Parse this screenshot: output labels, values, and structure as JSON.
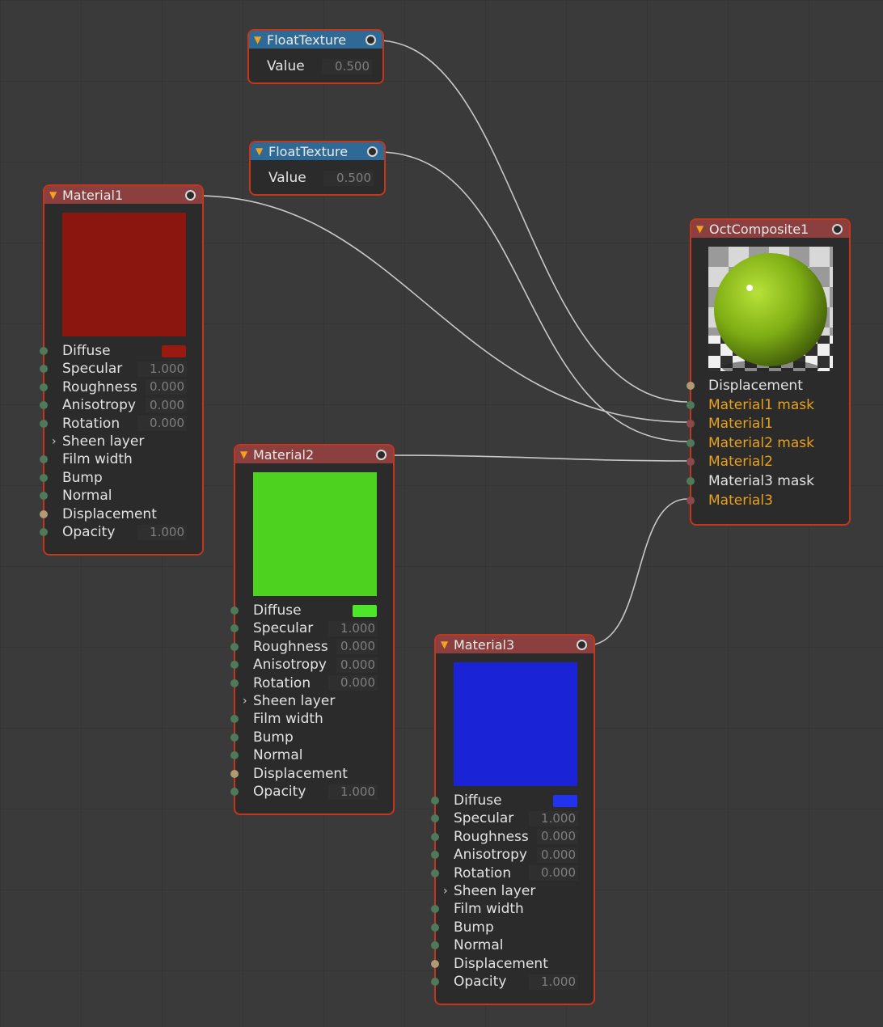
{
  "float1": {
    "title": "FloatTexture",
    "label": "Value",
    "value": "0.500"
  },
  "float2": {
    "title": "FloatTexture",
    "label": "Value",
    "value": "0.500"
  },
  "mat1": {
    "title": "Material1",
    "color": "#8b1610",
    "rows": [
      {
        "label": "Diffuse"
      },
      {
        "label": "Specular",
        "value": "1.000"
      },
      {
        "label": "Roughness",
        "value": "0.000"
      },
      {
        "label": "Anisotropy",
        "value": "0.000"
      },
      {
        "label": "Rotation",
        "value": "0.000"
      },
      {
        "label": "Sheen layer"
      },
      {
        "label": "Film width"
      },
      {
        "label": "Bump"
      },
      {
        "label": "Normal"
      },
      {
        "label": "Displacement"
      },
      {
        "label": "Opacity",
        "value": "1.000"
      }
    ]
  },
  "mat2": {
    "title": "Material2",
    "color": "#4cd21f",
    "rows": [
      {
        "label": "Diffuse"
      },
      {
        "label": "Specular",
        "value": "1.000"
      },
      {
        "label": "Roughness",
        "value": "0.000"
      },
      {
        "label": "Anisotropy",
        "value": "0.000"
      },
      {
        "label": "Rotation",
        "value": "0.000"
      },
      {
        "label": "Sheen layer"
      },
      {
        "label": "Film width"
      },
      {
        "label": "Bump"
      },
      {
        "label": "Normal"
      },
      {
        "label": "Displacement"
      },
      {
        "label": "Opacity",
        "value": "1.000"
      }
    ]
  },
  "mat3": {
    "title": "Material3",
    "color": "#1a24d6",
    "rows": [
      {
        "label": "Diffuse"
      },
      {
        "label": "Specular",
        "value": "1.000"
      },
      {
        "label": "Roughness",
        "value": "0.000"
      },
      {
        "label": "Anisotropy",
        "value": "0.000"
      },
      {
        "label": "Rotation",
        "value": "0.000"
      },
      {
        "label": "Sheen layer"
      },
      {
        "label": "Film width"
      },
      {
        "label": "Bump"
      },
      {
        "label": "Normal"
      },
      {
        "label": "Displacement"
      },
      {
        "label": "Opacity",
        "value": "1.000"
      }
    ]
  },
  "composite": {
    "title": "OctComposite1",
    "inputs": [
      {
        "label": "Displacement"
      },
      {
        "label": "Material1 mask"
      },
      {
        "label": "Material1"
      },
      {
        "label": "Material2 mask"
      },
      {
        "label": "Material2"
      },
      {
        "label": "Material3 mask"
      },
      {
        "label": "Material3"
      }
    ]
  },
  "colors": {
    "node_border": "#c5361a",
    "connected_label": "#e8a21c",
    "header_material": "#8c3f3f",
    "header_texture": "#2f6a97"
  }
}
